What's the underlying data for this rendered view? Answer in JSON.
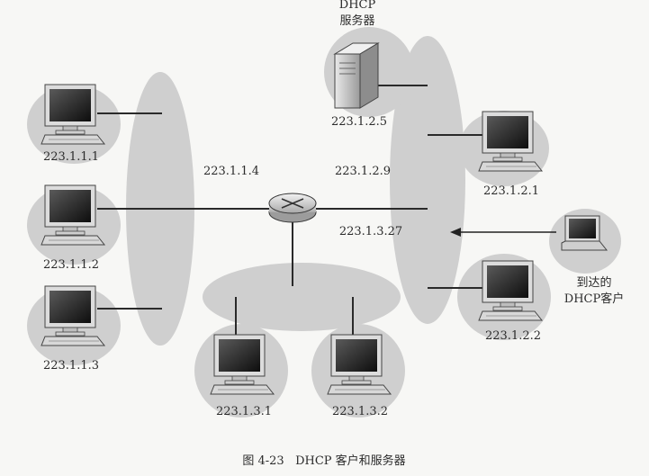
{
  "server": {
    "title_line1": "DHCP",
    "title_line2": "服务器",
    "ip": "223.1.2.5"
  },
  "router": {
    "if_left": "223.1.1.4",
    "if_right": "223.1.2.9",
    "if_bottom": "223.1.3.27"
  },
  "hosts": {
    "h111": "223.1.1.1",
    "h112": "223.1.1.2",
    "h113": "223.1.1.3",
    "h121": "223.1.2.1",
    "h122": "223.1.2.2",
    "h131": "223.1.3.1",
    "h132": "223.1.3.2"
  },
  "client": {
    "label_line1": "到达的",
    "label_line2": "DHCP客户"
  },
  "caption": "图 4-23   DHCP 客户和服务器"
}
